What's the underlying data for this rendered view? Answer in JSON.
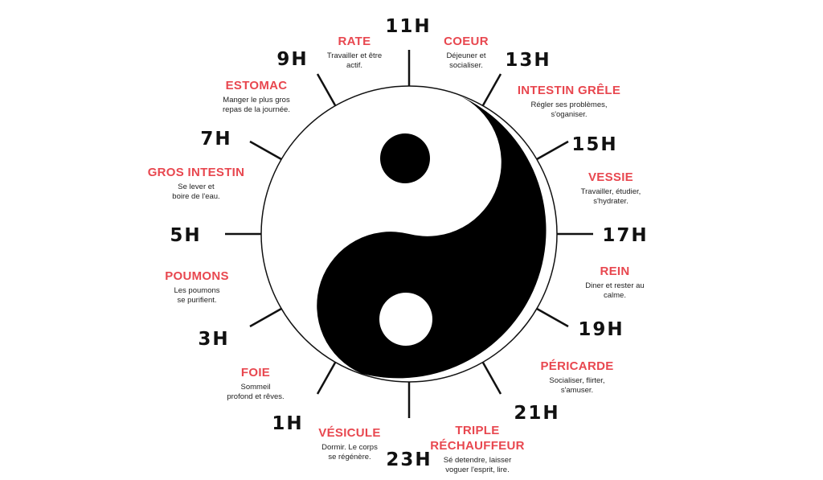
{
  "hours": [
    {
      "id": "h11",
      "label": "11H"
    },
    {
      "id": "h13",
      "label": "13H"
    },
    {
      "id": "h15",
      "label": "15H"
    },
    {
      "id": "h17",
      "label": "17H"
    },
    {
      "id": "h19",
      "label": "19H"
    },
    {
      "id": "h21",
      "label": "21H"
    },
    {
      "id": "h23",
      "label": "23H"
    },
    {
      "id": "h1",
      "label": "1H"
    },
    {
      "id": "h3",
      "label": "3H"
    },
    {
      "id": "h5",
      "label": "5H"
    },
    {
      "id": "h7",
      "label": "7H"
    },
    {
      "id": "h9",
      "label": "9H"
    }
  ],
  "organs": [
    {
      "id": "rate",
      "name": "RATE",
      "desc": "Travailler et être\nactif."
    },
    {
      "id": "coeur",
      "name": "COEUR",
      "desc": "Déjeuner et\nsocialiser."
    },
    {
      "id": "intestin-grele",
      "name": "INTESTIN GRÊLE",
      "desc": "Régler ses problèmes,\ns'oganiser."
    },
    {
      "id": "vessie",
      "name": "VESSIE",
      "desc": "Travailler, étudier,\ns'hydrater."
    },
    {
      "id": "rein",
      "name": "REIN",
      "desc": "Diner et rester au\ncalme."
    },
    {
      "id": "pericarde",
      "name": "PÉRICARDE",
      "desc": "Socialiser, flirter,\ns'amuser."
    },
    {
      "id": "triple-rechauffeur",
      "name": "TRIPLE\nRÉCHAUFFEUR",
      "desc": "Sé detendre, laisser\nvoguer l'esprit, lire."
    },
    {
      "id": "vesicule",
      "name": "VÉSICULE",
      "desc": "Dormir. Le corps\nse régénère."
    },
    {
      "id": "foie",
      "name": "FOIE",
      "desc": "Sommeil\nprofond et rêves."
    },
    {
      "id": "poumons",
      "name": "POUMONS",
      "desc": "Les poumons\nse purifient."
    },
    {
      "id": "gros-intestin",
      "name": "GROS INTESTIN",
      "desc": "Se lever et\nboire de l'eau."
    },
    {
      "id": "estomac",
      "name": "ESTOMAC",
      "desc": "Manger le plus gros\nrepas de la journée."
    }
  ],
  "colors": {
    "organ_name": "#e8474f",
    "text": "#111111",
    "yin": "#000000",
    "yang": "#ffffff"
  }
}
